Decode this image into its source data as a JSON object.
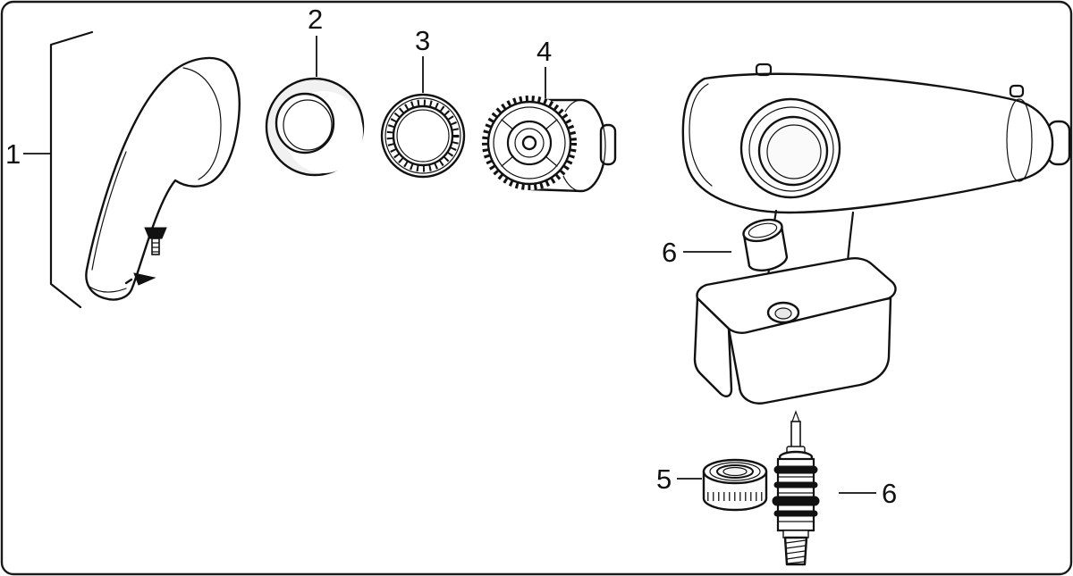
{
  "diagram": {
    "kind": "exploded-parts-diagram",
    "subject": "single-lever mixer faucet",
    "background_color": "#ffffff",
    "line_color": "#111111",
    "shade_color": "#f1f1f1",
    "labels": {
      "part1": "1",
      "part2": "2",
      "part3": "3",
      "part4": "4",
      "part5": "5",
      "part6_upper": "6",
      "part6_lower": "6"
    },
    "parts": [
      {
        "number": "1",
        "name": "lever-handle-with-fixing-screw"
      },
      {
        "number": "2",
        "name": "dome-cover-cap"
      },
      {
        "number": "3",
        "name": "retaining-ring"
      },
      {
        "number": "4",
        "name": "control-cartridge"
      },
      {
        "number": "5",
        "name": "ring-nut"
      },
      {
        "number": "6",
        "name": "cover-plug"
      },
      {
        "number": "6",
        "name": "valve-cartridge"
      }
    ]
  }
}
